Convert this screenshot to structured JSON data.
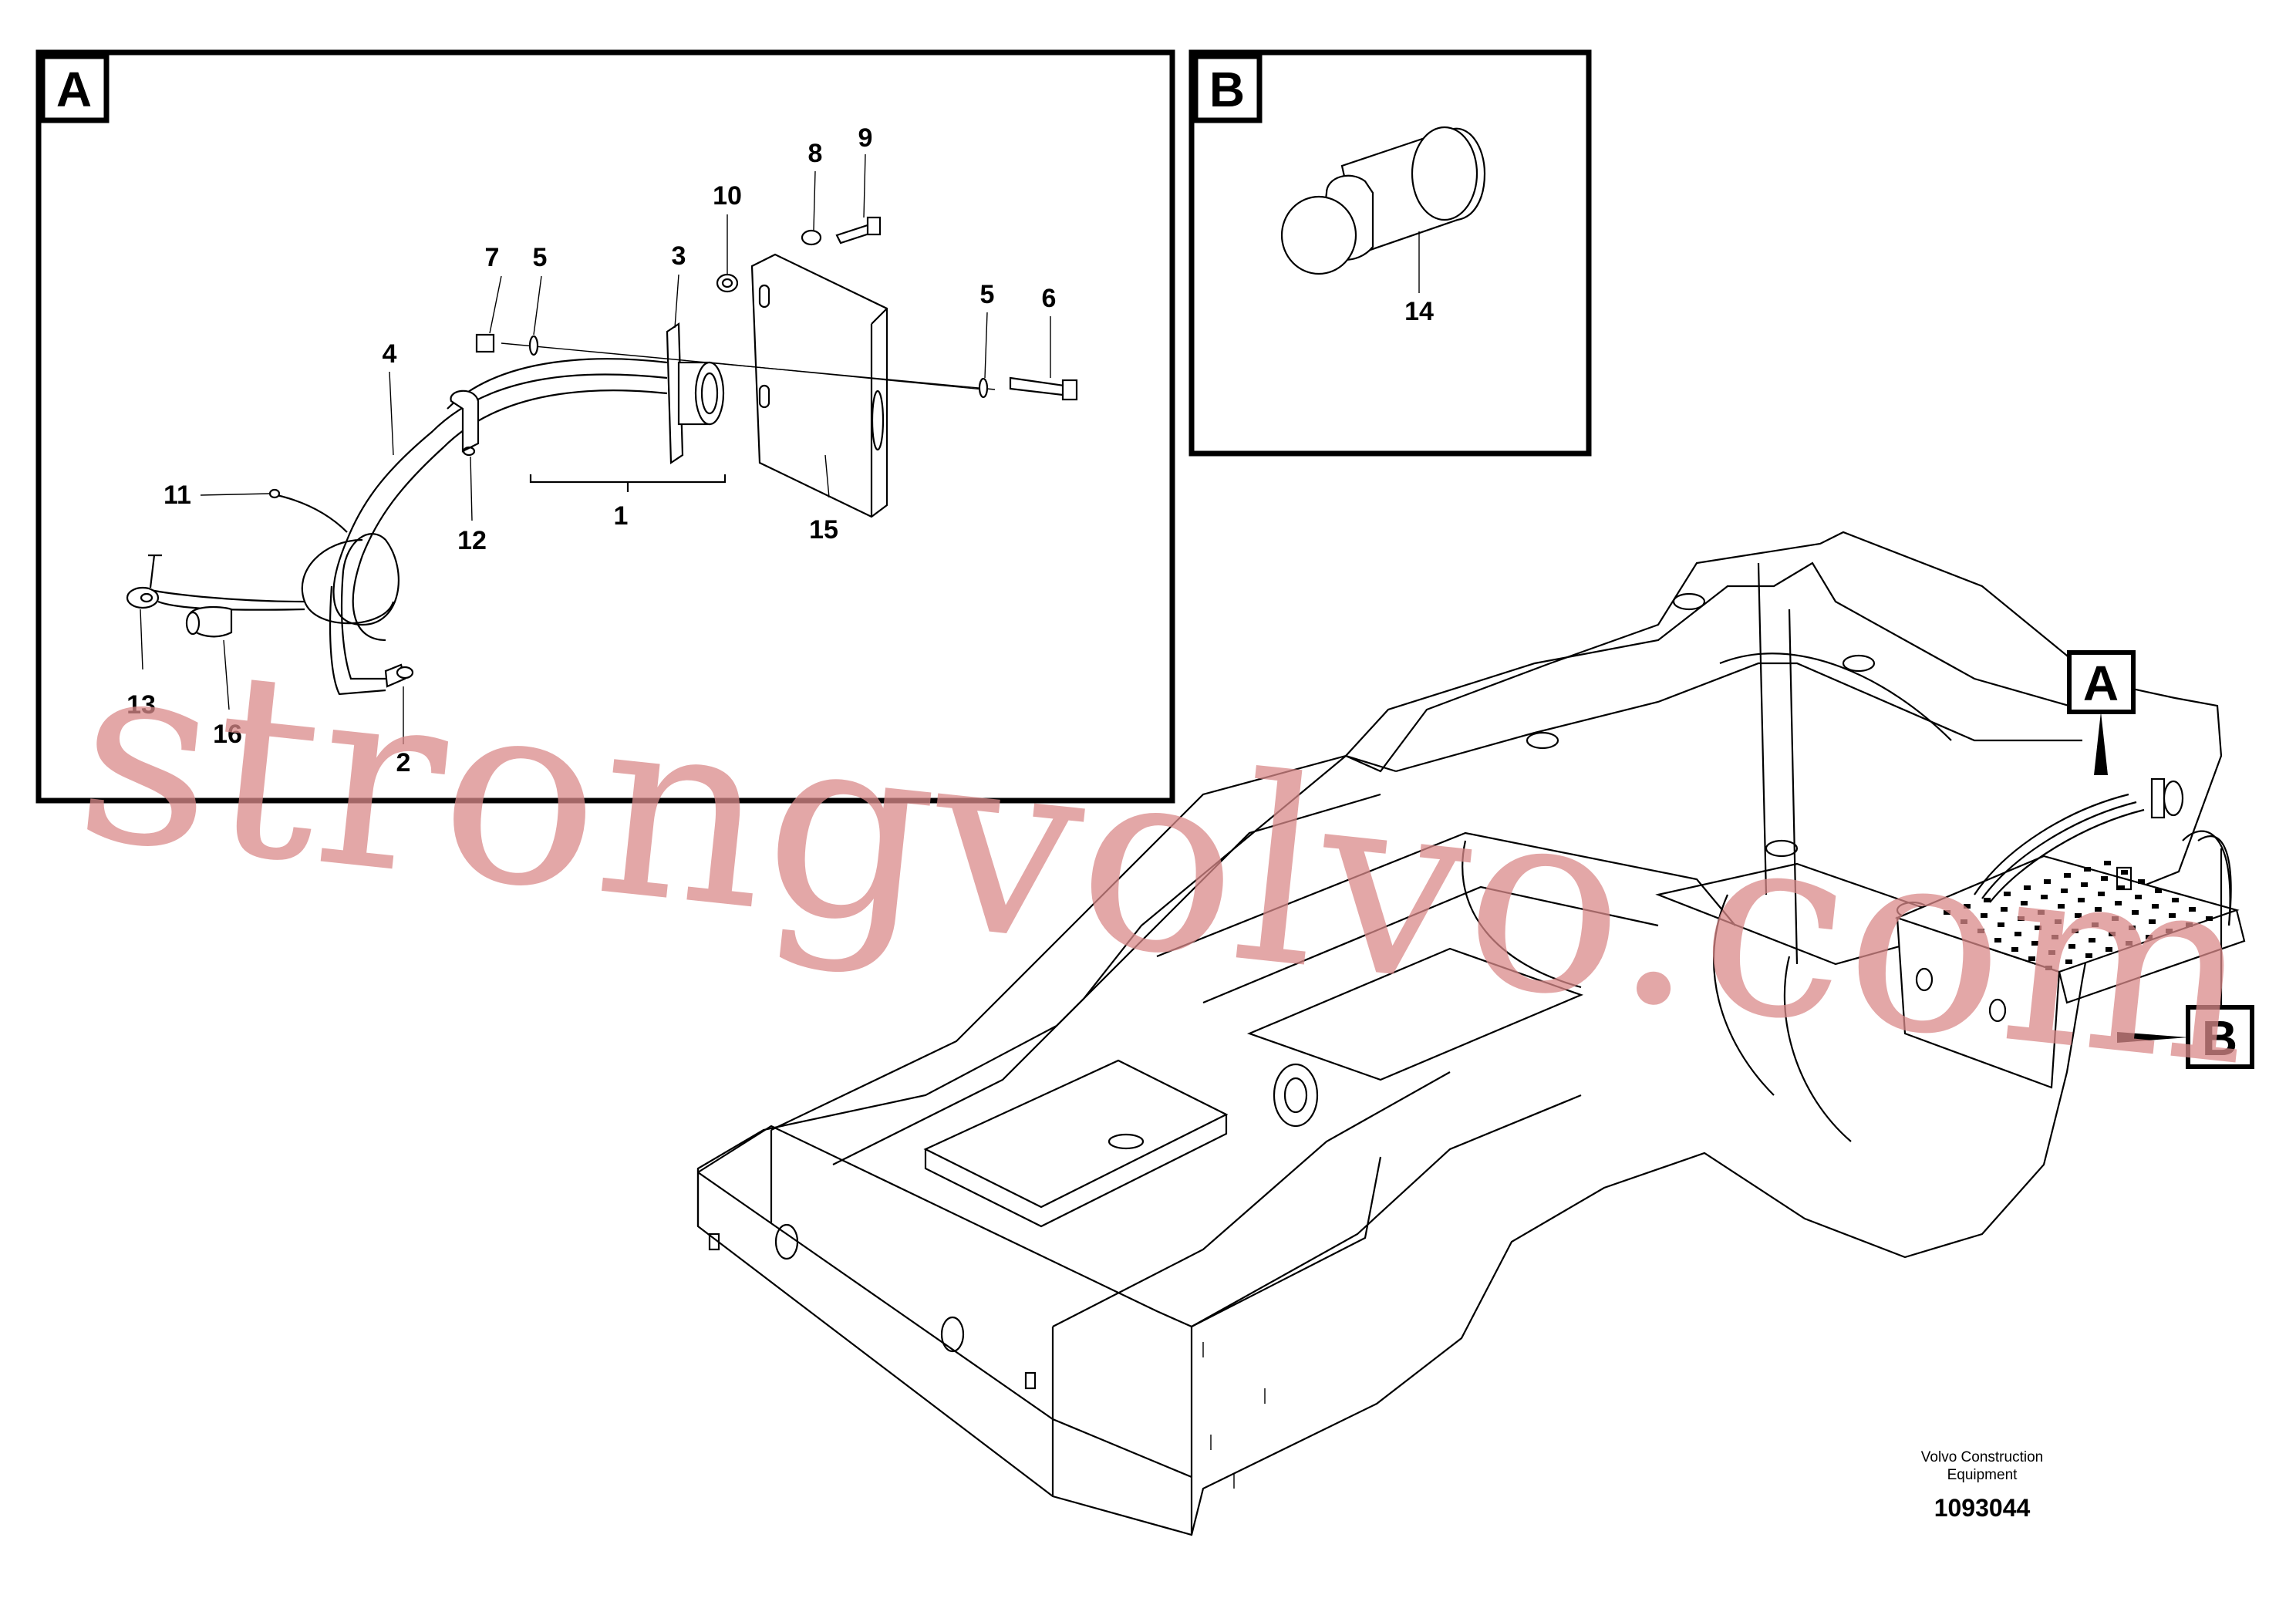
{
  "detail_a": {
    "badge": "A",
    "callouts": {
      "c1": "1",
      "c2": "2",
      "c3": "3",
      "c4": "4",
      "c5a": "5",
      "c5b": "5",
      "c6": "6",
      "c7": "7",
      "c8": "8",
      "c9": "9",
      "c10": "10",
      "c11": "11",
      "c12": "12",
      "c13": "13",
      "c15": "15",
      "c16": "16"
    }
  },
  "detail_b": {
    "badge": "B",
    "callout_14": "14"
  },
  "overview": {
    "marker_a": "A",
    "marker_b": "B"
  },
  "footer": {
    "company_line1": "Volvo Construction",
    "company_line2": "Equipment",
    "document_number": "1093044"
  },
  "watermark": "strongvolvo.com"
}
